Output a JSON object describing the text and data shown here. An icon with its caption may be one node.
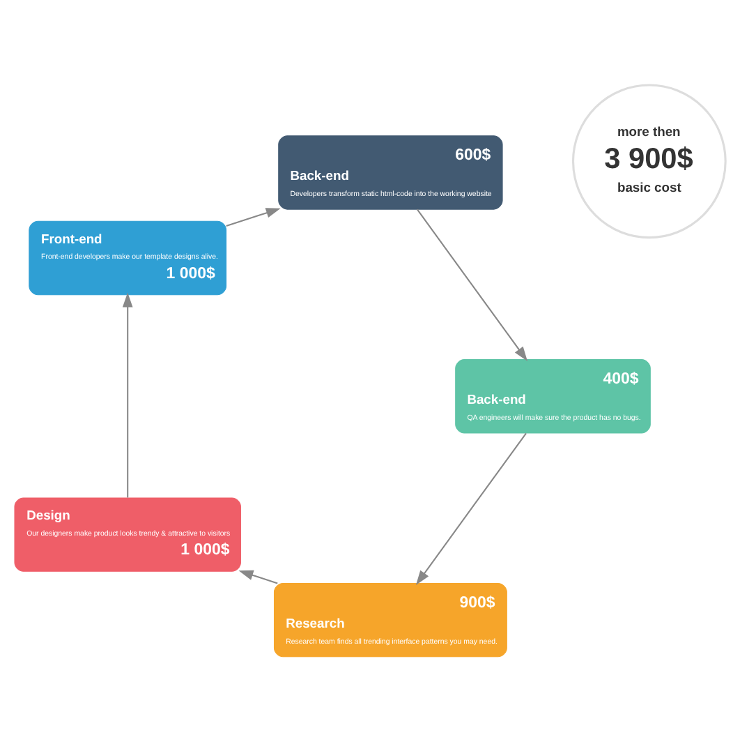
{
  "diagram": {
    "nodes": [
      {
        "text": [
          "more then",
          "3 900$",
          "basic cost"
        ]
      },
      {
        "text": [
          "900$",
          "Research",
          "Research team finds all trending interface patterns you may need."
        ]
      },
      {
        "text": [
          "Design",
          "Our designers make product looks trendy & attractive to visitors",
          "1 000$"
        ]
      },
      {
        "text": [
          "Front-end",
          "Front-end developers make our template designs alive.",
          "1 000$"
        ]
      },
      {
        "text": [
          "600$",
          "Back-end",
          "Developers transform static html-code into the working website"
        ]
      },
      {
        "text": [
          "400$",
          "Back-end",
          "QA engineers will make sure the product has no bugs."
        ]
      }
    ],
    "edges": [
      {
        "from": 1,
        "to": 2,
        "arrow": "to"
      },
      {
        "from": 2,
        "to": 3,
        "arrow": "to"
      },
      {
        "from": 3,
        "to": 4,
        "arrow": "to"
      },
      {
        "from": 4,
        "to": 5,
        "arrow": "to"
      },
      {
        "from": 5,
        "to": 1,
        "arrow": "to"
      }
    ]
  }
}
